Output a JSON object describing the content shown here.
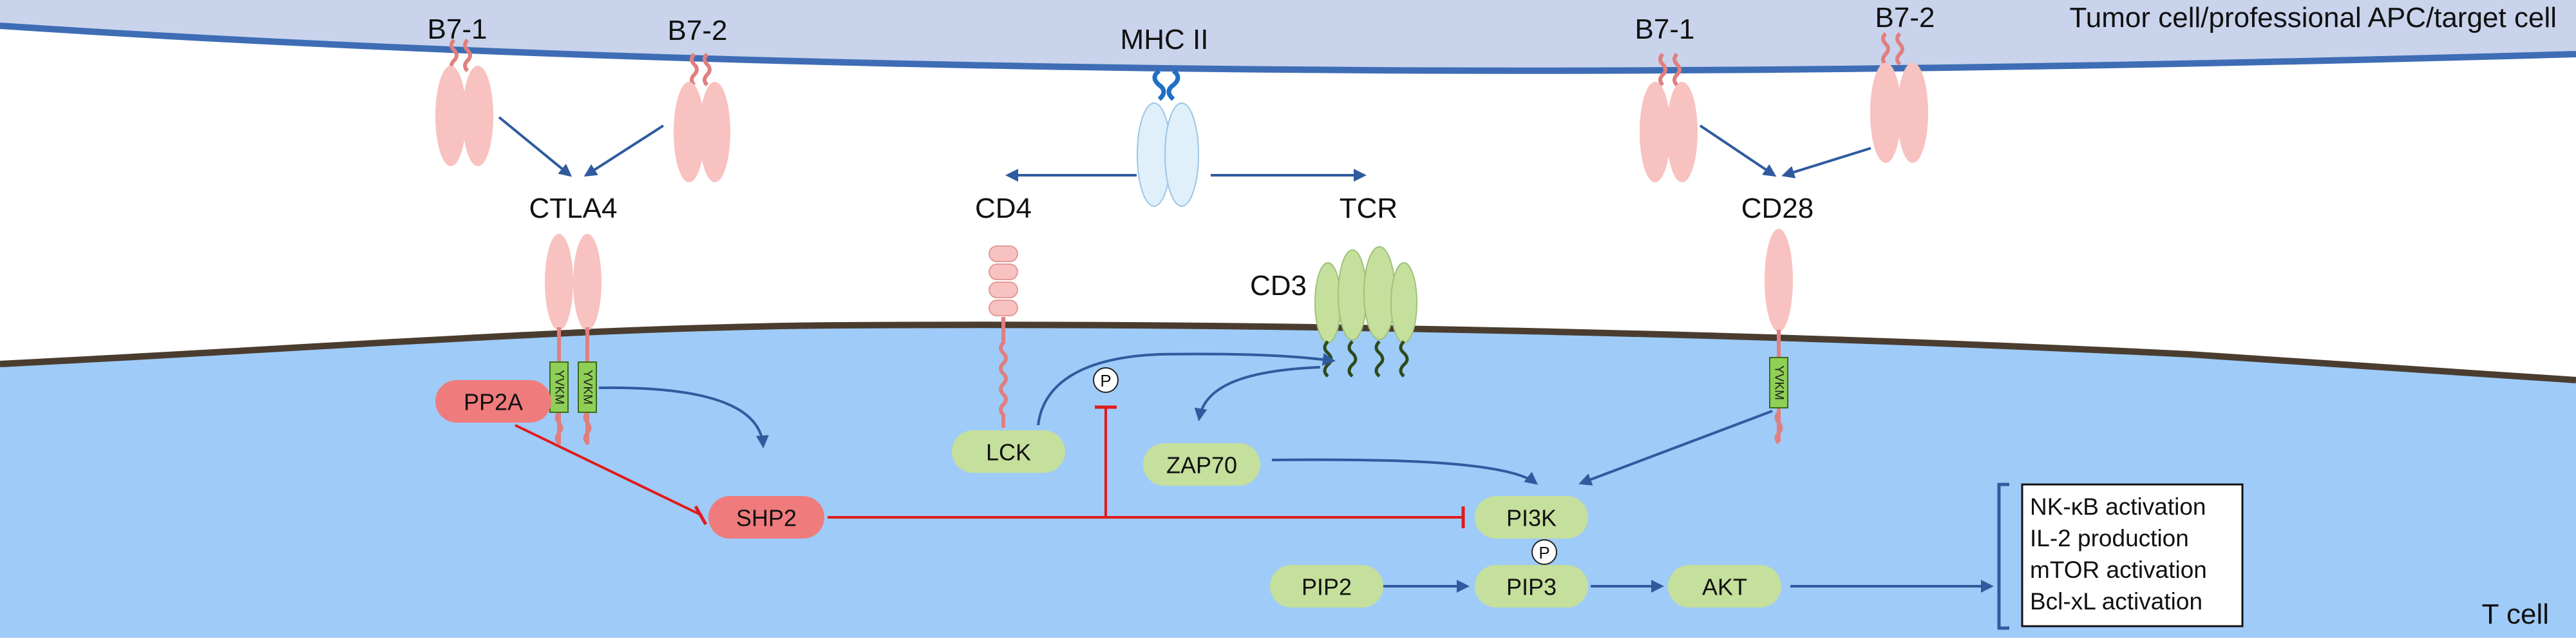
{
  "labels": {
    "b7_1_left": "B7-1",
    "b7_2_left": "B7-2",
    "mhc": "MHC  II",
    "b7_1_right": "B7-1",
    "b7_2_right": "B7-2",
    "apc_title": "Tumor cell/professional APC/target cell",
    "ctla4": "CTLA4",
    "cd4": "CD4",
    "tcr": "TCR",
    "cd28": "CD28",
    "cd3": "CD3",
    "t_cell": "T cell"
  },
  "motif_text": "YVKM",
  "phospho_symbol": "P",
  "nodes": {
    "pp2a": "PP2A",
    "shp2": "SHP2",
    "lck": "LCK",
    "zap70": "ZAP70",
    "pi3k": "PI3K",
    "pip2": "PIP2",
    "pip3": "PIP3",
    "akt": "AKT"
  },
  "outcomes": [
    "NK-κB activation",
    "IL-2 production",
    "mTOR activation",
    "Bcl-xL activation"
  ],
  "colors": {
    "apc_band": "#c9d3ec",
    "membrane": "#3e6db5",
    "t_cell_cytoplasm": "#9fcbf8",
    "t_membrane": "#4a3d30",
    "receptor_pink": "#f7c2c0",
    "mhc_blue": "#dff0fb",
    "node_green": "#c5df9c",
    "node_red": "#f07b7c",
    "arrow_blue": "#2f5b9e",
    "inhibit_red": "#e01b1b",
    "motif_green": "#8fcf55"
  }
}
